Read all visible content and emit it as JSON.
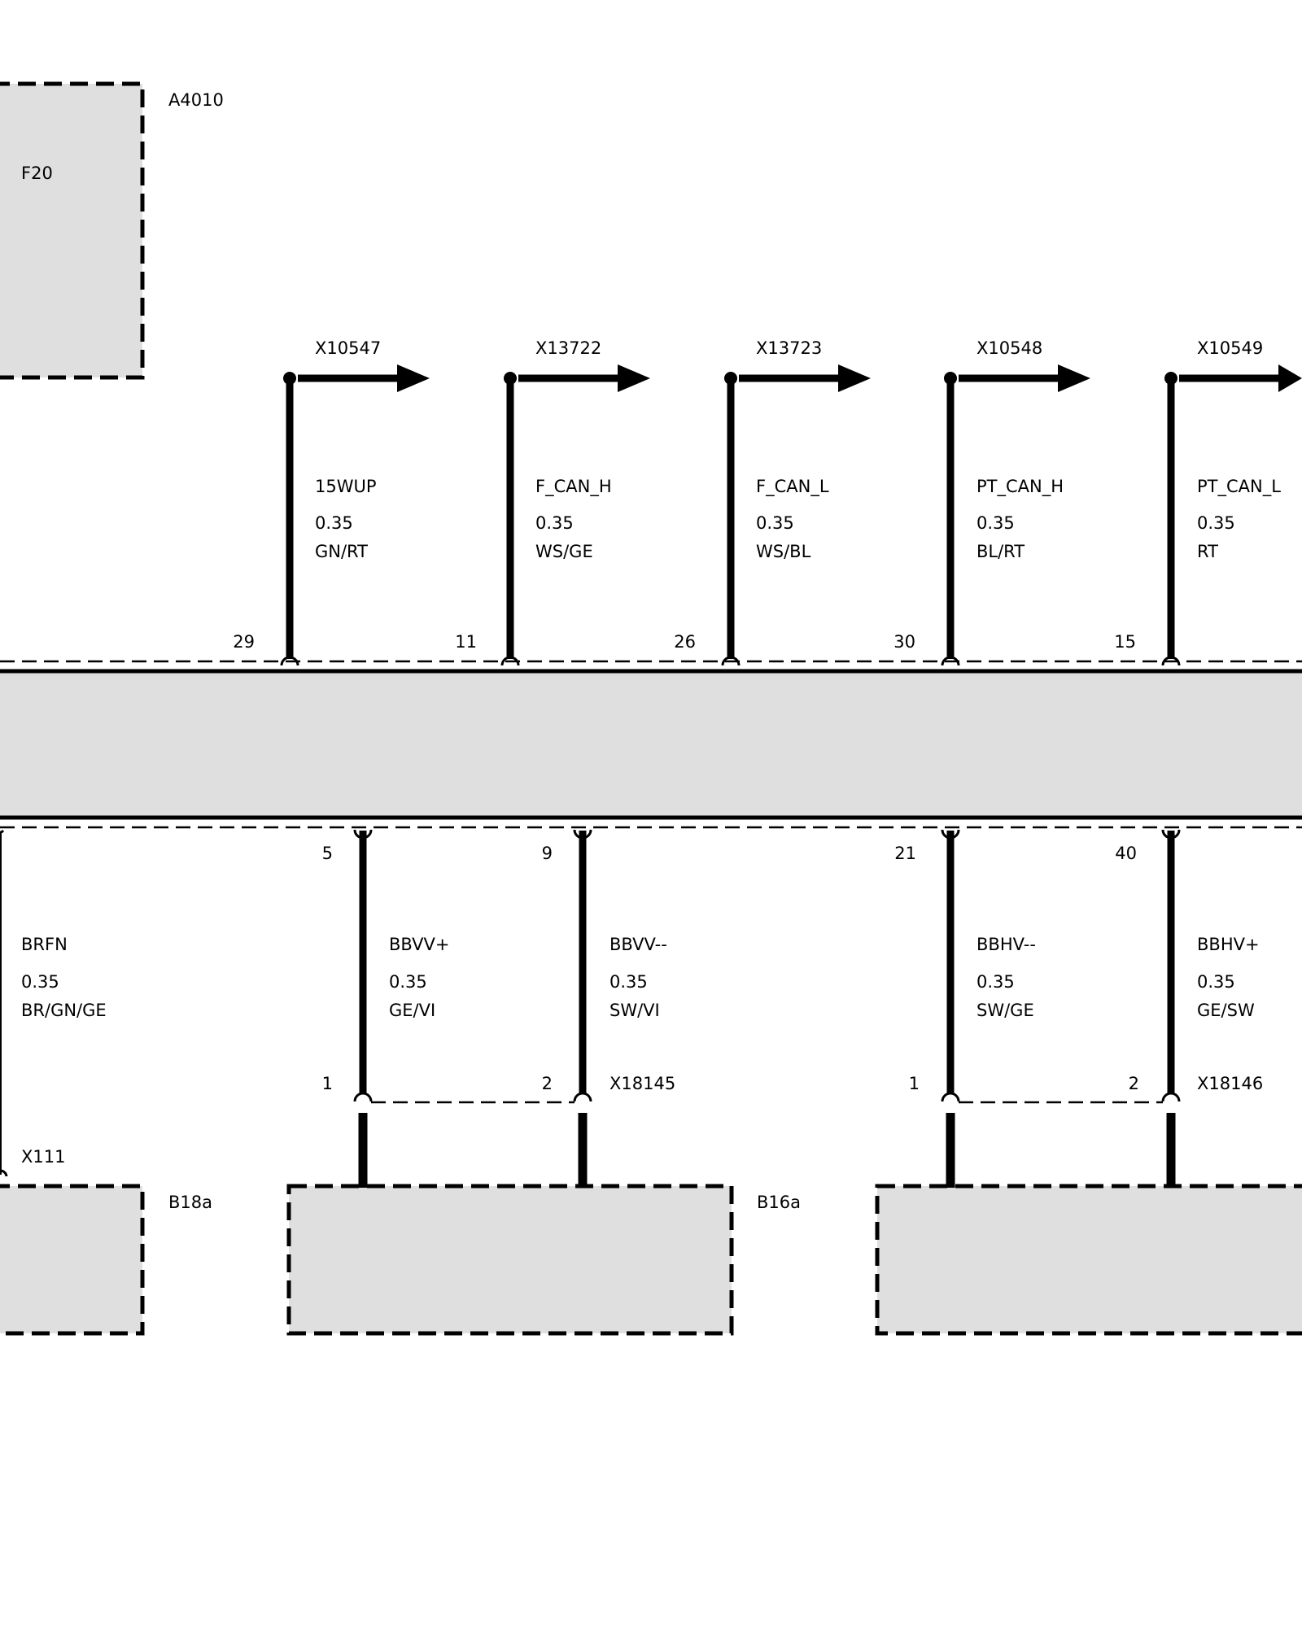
{
  "components": {
    "main_id": "A4010",
    "main_name": "F20",
    "sensor_left": "B18a",
    "sensor_mid": "B16a"
  },
  "top_signals": [
    {
      "pin": "29",
      "connector": "X10547",
      "name": "15WUP",
      "gauge": "0.35",
      "color": "GN/RT"
    },
    {
      "pin": "11",
      "connector": "X13722",
      "name": "F_CAN_H",
      "gauge": "0.35",
      "color": "WS/GE"
    },
    {
      "pin": "26",
      "connector": "X13723",
      "name": "F_CAN_L",
      "gauge": "0.35",
      "color": "WS/BL"
    },
    {
      "pin": "30",
      "connector": "X10548",
      "name": "PT_CAN_H",
      "gauge": "0.35",
      "color": "BL/RT"
    },
    {
      "pin": "15",
      "connector": "X10549",
      "name": "PT_CAN_L",
      "gauge": "0.35",
      "color": "RT"
    }
  ],
  "bottom_left": {
    "name": "BRFN",
    "gauge": "0.35",
    "color": "BR/GN/GE",
    "connector": "X111"
  },
  "bottom_groups": [
    {
      "connector": "X18145",
      "wires": [
        {
          "ecu_pin": "5",
          "sensor_pin": "1",
          "name": "BBVV+",
          "gauge": "0.35",
          "color": "GE/VI"
        },
        {
          "ecu_pin": "9",
          "sensor_pin": "2",
          "name": "BBVV--",
          "gauge": "0.35",
          "color": "SW/VI"
        }
      ]
    },
    {
      "connector": "X18146",
      "wires": [
        {
          "ecu_pin": "21",
          "sensor_pin": "1",
          "name": "BBHV--",
          "gauge": "0.35",
          "color": "SW/GE"
        },
        {
          "ecu_pin": "40",
          "sensor_pin": "2",
          "name": "BBHV+",
          "gauge": "0.35",
          "color": "GE/SW"
        }
      ]
    }
  ],
  "colors": {
    "fill": "#dfdfdf",
    "line": "#000000",
    "background": "#ffffff"
  }
}
